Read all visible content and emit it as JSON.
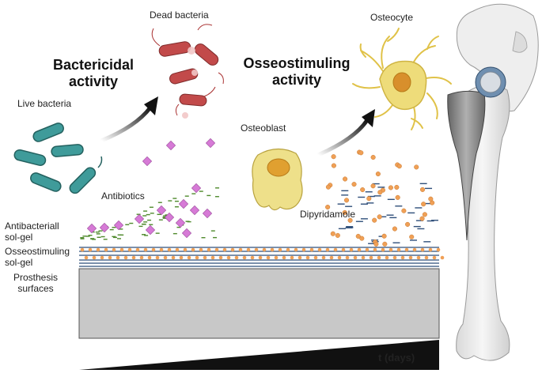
{
  "labels": {
    "dead_bacteria": "Dead bacteria",
    "bactericidal_activity": "Bactericidal\nactivity",
    "live_bacteria": "Live bacteria",
    "antibiotics": "Antibiotics",
    "osteocyte": "Osteocyte",
    "osseostimuling_activity": "Osseostimuling\nactivity",
    "osteoblast": "Osteoblast",
    "dipyridamole": "Dipyridamole",
    "antibacterial_solgel": "Antibacteriall\nsol-gel",
    "osseostimuling_solgel": "Osseostimuling\nsol-gel",
    "prosthesis_surfaces": "Prosthesis\nsurfaces",
    "time_axis": "t (days)"
  },
  "colors": {
    "bacteria_live": "#3f9b9a",
    "bacteria_dead": "#c24a4a",
    "antibiotic_diamond": "#d67ad6",
    "green_dash": "#4f8a2c",
    "dipyridamole_dot": "#f0a056",
    "blue_line": "#2f4f7a",
    "prosthesis_gray": "#c8c8c8",
    "cell_yellow": "#eee08a",
    "cell_nucleus": "#e0a030"
  }
}
